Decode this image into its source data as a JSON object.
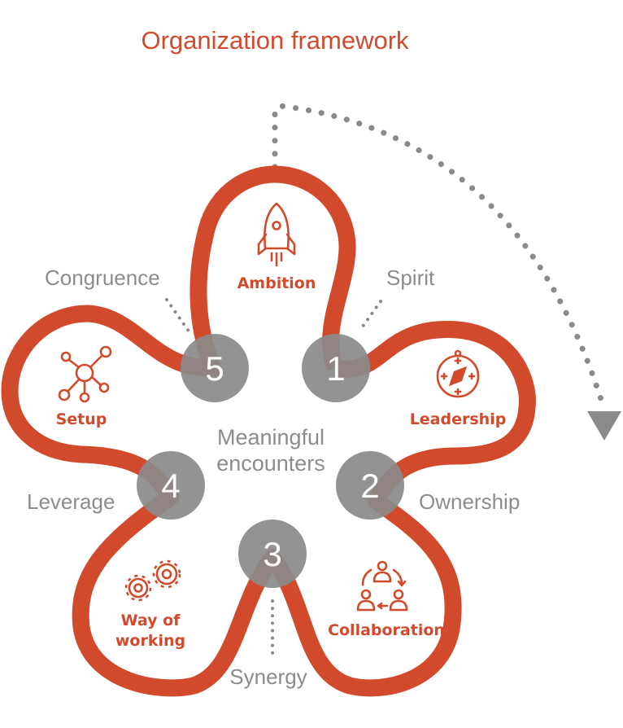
{
  "title": "Organization framework",
  "center": {
    "line1": "Meaningful",
    "line2": "encounters"
  },
  "colors": {
    "accent": "#d24a2c",
    "grey": "#8c8c8c",
    "circle": "#8a8a8a"
  },
  "petals": [
    {
      "number": "1",
      "label": "Leadership",
      "icon": "compass-icon"
    },
    {
      "number": "2",
      "label": "Collaboration",
      "icon": "people-cycle-icon"
    },
    {
      "number": "3",
      "label_line1": "Way of",
      "label_line2": "working",
      "icon": "gears-icon"
    },
    {
      "number": "4",
      "label": "Setup",
      "icon": "network-icon"
    },
    {
      "number": "5",
      "label": "Ambition",
      "icon": "rocket-icon"
    }
  ],
  "values": {
    "spirit": "Spirit",
    "ownership": "Ownership",
    "synergy": "Synergy",
    "leverage": "Leverage",
    "congruence": "Congruence"
  }
}
